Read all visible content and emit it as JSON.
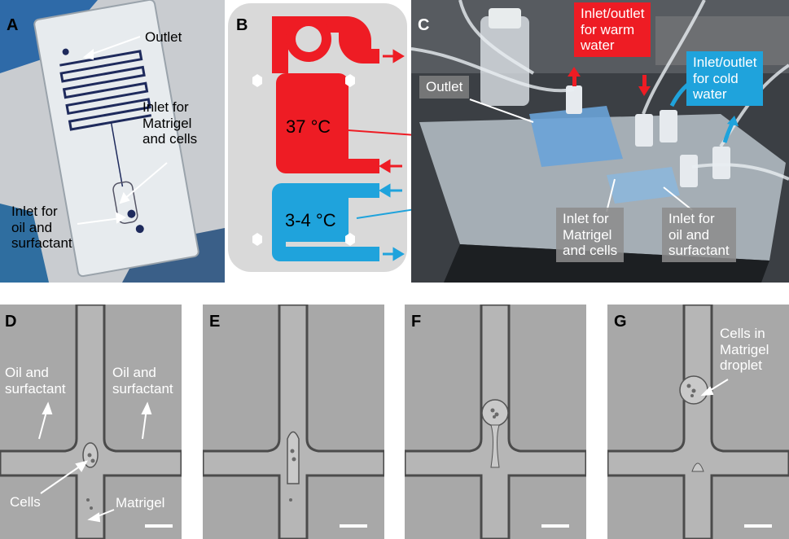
{
  "panels": {
    "A": {
      "letter": "A",
      "labels": {
        "outlet": "Outlet",
        "inlet_matrigel": [
          "Inlet for",
          "Matrigel",
          "and cells"
        ],
        "inlet_oil": [
          "Inlet for",
          "oil and",
          "surfactant"
        ]
      }
    },
    "B": {
      "letter": "B",
      "warm_temp": "37 °C",
      "cold_temp": "3-4 °C",
      "colors": {
        "warm": "#ee1c24",
        "cold": "#1fa3dc",
        "background": "#d9d9d9"
      }
    },
    "C": {
      "letter": "C",
      "labels": {
        "outlet": "Outlet",
        "warm_water": [
          "Inlet/outlet",
          "for warm",
          "water"
        ],
        "cold_water": [
          "Inlet/outlet",
          "for cold",
          "water"
        ],
        "inlet_matrigel": [
          "Inlet for",
          "Matrigel",
          "and cells"
        ],
        "inlet_oil": [
          "Inlet for",
          "oil and",
          "surfactant"
        ]
      }
    },
    "D": {
      "letter": "D",
      "labels": {
        "oil_left": [
          "Oil and",
          "surfactant"
        ],
        "oil_right": [
          "Oil and",
          "surfactant"
        ],
        "cells": "Cells",
        "matrigel": "Matrigel"
      }
    },
    "E": {
      "letter": "E"
    },
    "F": {
      "letter": "F"
    },
    "G": {
      "letter": "G",
      "labels": {
        "droplet": [
          "Cells in",
          "Matrigel",
          "droplet"
        ]
      }
    }
  }
}
